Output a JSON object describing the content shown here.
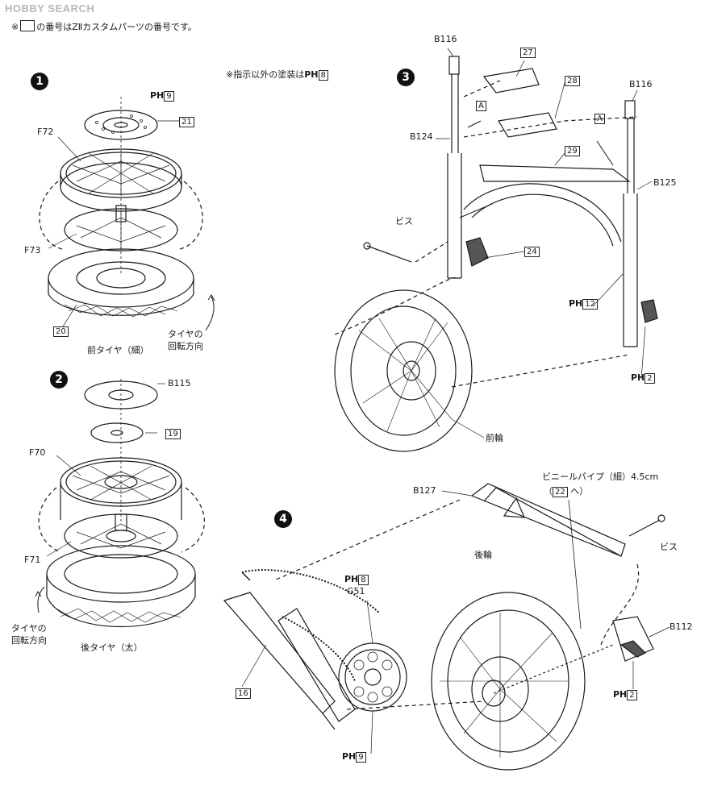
{
  "watermark": "HOBBY SEARCH",
  "notes": {
    "custom_parts_pre": "※",
    "custom_parts_post": "の番号はZⅡカスタムパーツの番号です。",
    "paint_note": "※指示以外の塗装は",
    "paint_code": "PH",
    "paint_num": "8"
  },
  "steps": {
    "s1": "1",
    "s2": "2",
    "s3": "3",
    "s4": "4"
  },
  "step1": {
    "ph": "PH",
    "ph_num": "9",
    "part21": "21",
    "f72": "F72",
    "f73": "F73",
    "part20": "20",
    "front_tire": "前タイヤ（細）",
    "rotation_1": "タイヤの",
    "rotation_2": "回転方向"
  },
  "step2": {
    "b115": "B115",
    "part19": "19",
    "f70": "F70",
    "f71": "F71",
    "rotation_1": "タイヤの",
    "rotation_2": "回転方向",
    "rear_tire": "後タイヤ（太）"
  },
  "step3": {
    "b116_left": "B116",
    "b116_right": "B116",
    "part27": "27",
    "part28": "28",
    "a_left": "A",
    "a_right": "A",
    "b124": "B124",
    "b125": "B125",
    "part29": "29",
    "screw": "ビス",
    "part24": "24",
    "ph12_code": "PH",
    "ph12_num": "12",
    "ph2_code": "PH",
    "ph2_num": "2",
    "front_wheel": "前輪"
  },
  "step4": {
    "b127": "B127",
    "vinyl_pipe": "ビニールパイプ（細）4.5cm",
    "pipe_ref_pre": "（",
    "pipe_ref_num": "22",
    "pipe_ref_post": " へ）",
    "screw": "ビス",
    "rear_wheel": "後輪",
    "ph8_code": "PH",
    "ph8_num": "8",
    "g51": "G51",
    "b112": "B112",
    "part16": "16",
    "ph9_code": "PH",
    "ph9_num": "9",
    "ph2_code": "PH",
    "ph2_num": "2"
  }
}
